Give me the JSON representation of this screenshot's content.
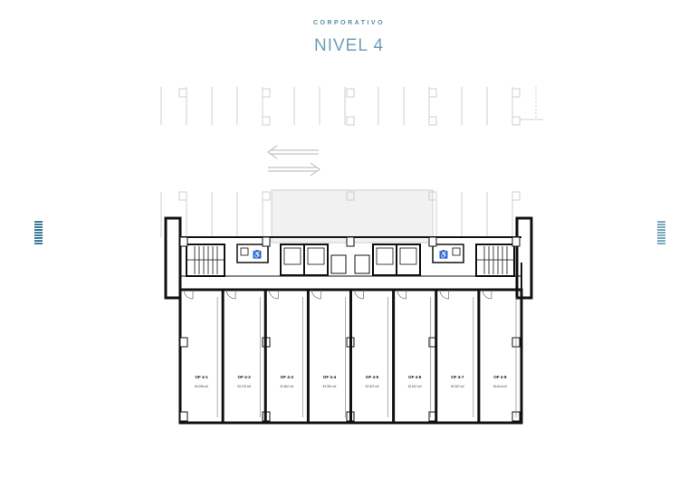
{
  "header": {
    "category": "CORPORATIVO",
    "level_title": "NIVEL 4"
  },
  "units": [
    {
      "id": "OF 4-1",
      "area": "52.096 m2"
    },
    {
      "id": "OF 4-2",
      "area": "33.176 m2"
    },
    {
      "id": "OF 4-3",
      "area": "32.602 m2"
    },
    {
      "id": "OF 4-4",
      "area": "33.281 m2"
    },
    {
      "id": "OF 4-5",
      "area": "33.307 m2"
    },
    {
      "id": "OF 4-6",
      "area": "32.607 m2"
    },
    {
      "id": "OF 4-7",
      "area": "33.267 m2"
    },
    {
      "id": "OF 4-8",
      "area": "50.614 m2"
    }
  ],
  "colors": {
    "accent": "#6f9fb5",
    "wall": "#111111",
    "faint_line": "#c8c8c8",
    "nav": "#3d7d9a"
  },
  "icons": {
    "left_nav": "bars-icon",
    "right_nav": "bars-icon",
    "arrow_left": "arrow-left-icon",
    "arrow_right": "arrow-right-icon",
    "accessible": "wheelchair-icon"
  }
}
